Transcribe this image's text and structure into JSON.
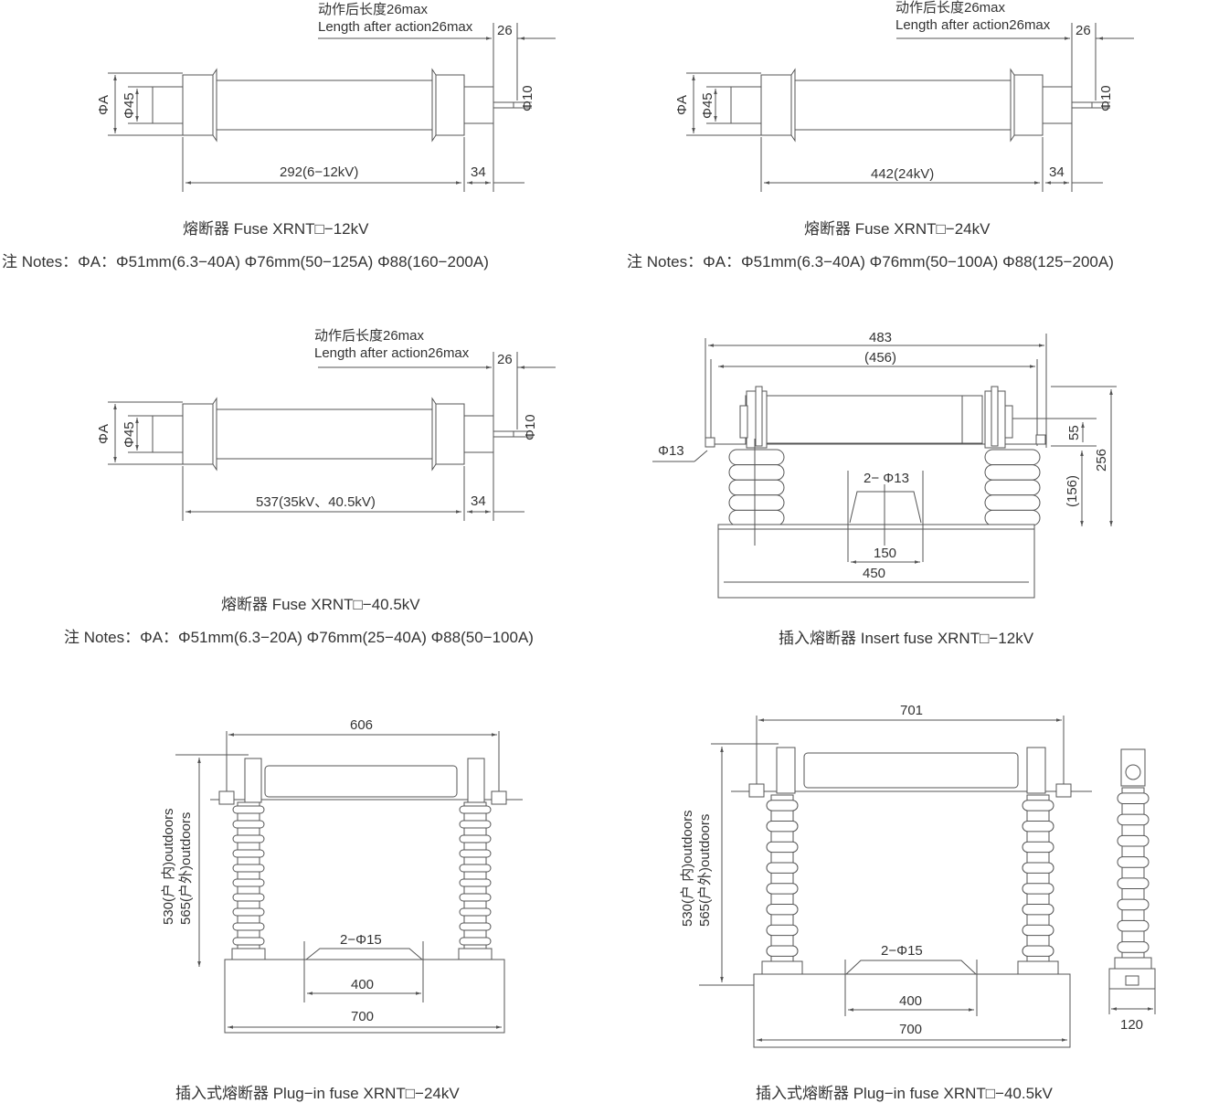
{
  "fuse_12kv": {
    "after_action_cn": "动作后长度26max",
    "after_action_en": "Length after action26max",
    "dim_26": "26",
    "dim_10": "Φ10",
    "dim_45": "Φ45",
    "dim_a": "ΦA",
    "length": "292(6−12kV)",
    "dim_34": "34",
    "caption": "熔断器 Fuse  XRNT□−12kV",
    "notes": "注 Notes：ΦA：Φ51mm(6.3−40A)    Φ76mm(50−125A)  Φ88(160−200A)"
  },
  "fuse_24kv": {
    "after_action_cn": "动作后长度26max",
    "after_action_en": "Length after action26max",
    "dim_26": "26",
    "dim_10": "Φ10",
    "dim_45": "Φ45",
    "dim_a": "ΦA",
    "length": "442(24kV)",
    "dim_34": "34",
    "caption": "熔断器 Fuse  XRNT□−24kV",
    "notes": "注 Notes：ΦA：Φ51mm(6.3−40A)  Φ76mm(50−100A)  Φ88(125−200A)"
  },
  "fuse_40kv": {
    "after_action_cn": "动作后长度26max",
    "after_action_en": "Length after action26max",
    "dim_26": "26",
    "dim_10": "Φ10",
    "dim_45": "Φ45",
    "dim_a": "ΦA",
    "length": "537(35kV、40.5kV)",
    "dim_34": "34",
    "caption": "熔断器 Fuse  XRNT□−40.5kV",
    "notes": "注 Notes：ΦA：Φ51mm(6.3−20A) Φ76mm(25−40A)  Φ88(50−100A)"
  },
  "insert_fuse": {
    "dim_483": "483",
    "dim_456": "(456)",
    "dim_phi13": "Φ13",
    "dim_holes": "2− Φ13",
    "dim_55": "55",
    "dim_256": "256",
    "dim_156": "(156)",
    "dim_150": "150",
    "dim_450": "450",
    "caption": "插入熔断器 Insert fuse  XRNT□−12kV"
  },
  "plugin_24kv": {
    "dim_606": "606",
    "height_indoor": "530(户 内)outdoors",
    "height_outdoor": "565(户外)outdoors",
    "dim_holes": "2−Φ15",
    "dim_400": "400",
    "dim_700": "700",
    "caption": "插入式熔断器 Plug−in fuse  XRNT□−24kV"
  },
  "plugin_40kv": {
    "dim_701": "701",
    "height_indoor": "530(户 内)outdoors",
    "height_outdoor": "565(户外)outdoors",
    "dim_holes": "2−Φ15",
    "dim_400": "400",
    "dim_700": "700",
    "dim_120": "120",
    "caption": "插入式熔断器 Plug−in fuse  XRNT□−40.5kV"
  }
}
